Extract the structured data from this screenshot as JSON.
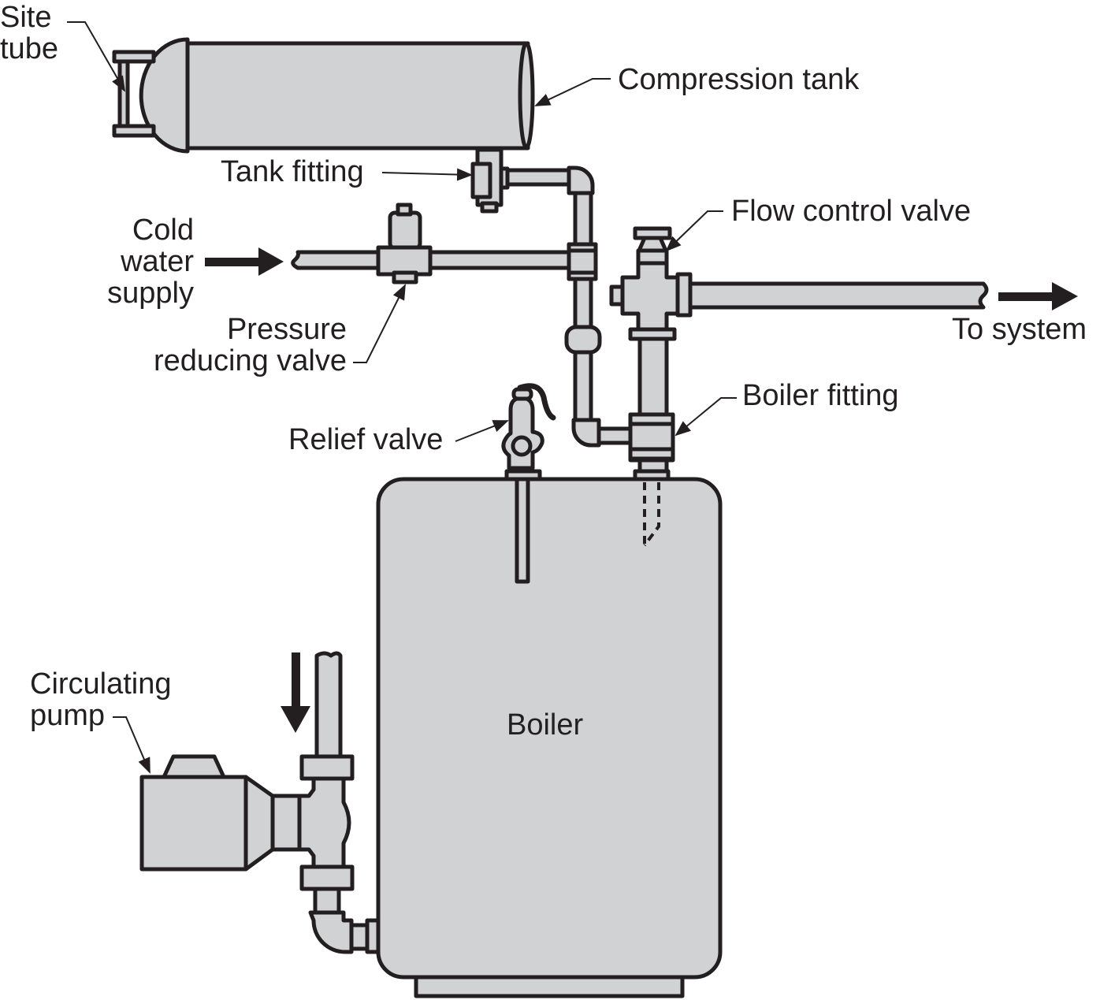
{
  "labels": {
    "site_tube": "Site\ntube",
    "compression_tank": "Compression tank",
    "tank_fitting": "Tank fitting",
    "flow_control_valve": "Flow control valve",
    "cold_water_supply": "Cold\nwater\nsupply",
    "to_system": "To system",
    "pressure_reducing_valve": "Pressure\nreducing valve",
    "boiler_fitting": "Boiler fitting",
    "relief_valve": "Relief valve",
    "boiler": "Boiler",
    "circulating_pump": "Circulating\npump"
  },
  "colors": {
    "fill": "#d1d2d4",
    "stroke": "#231f20"
  }
}
